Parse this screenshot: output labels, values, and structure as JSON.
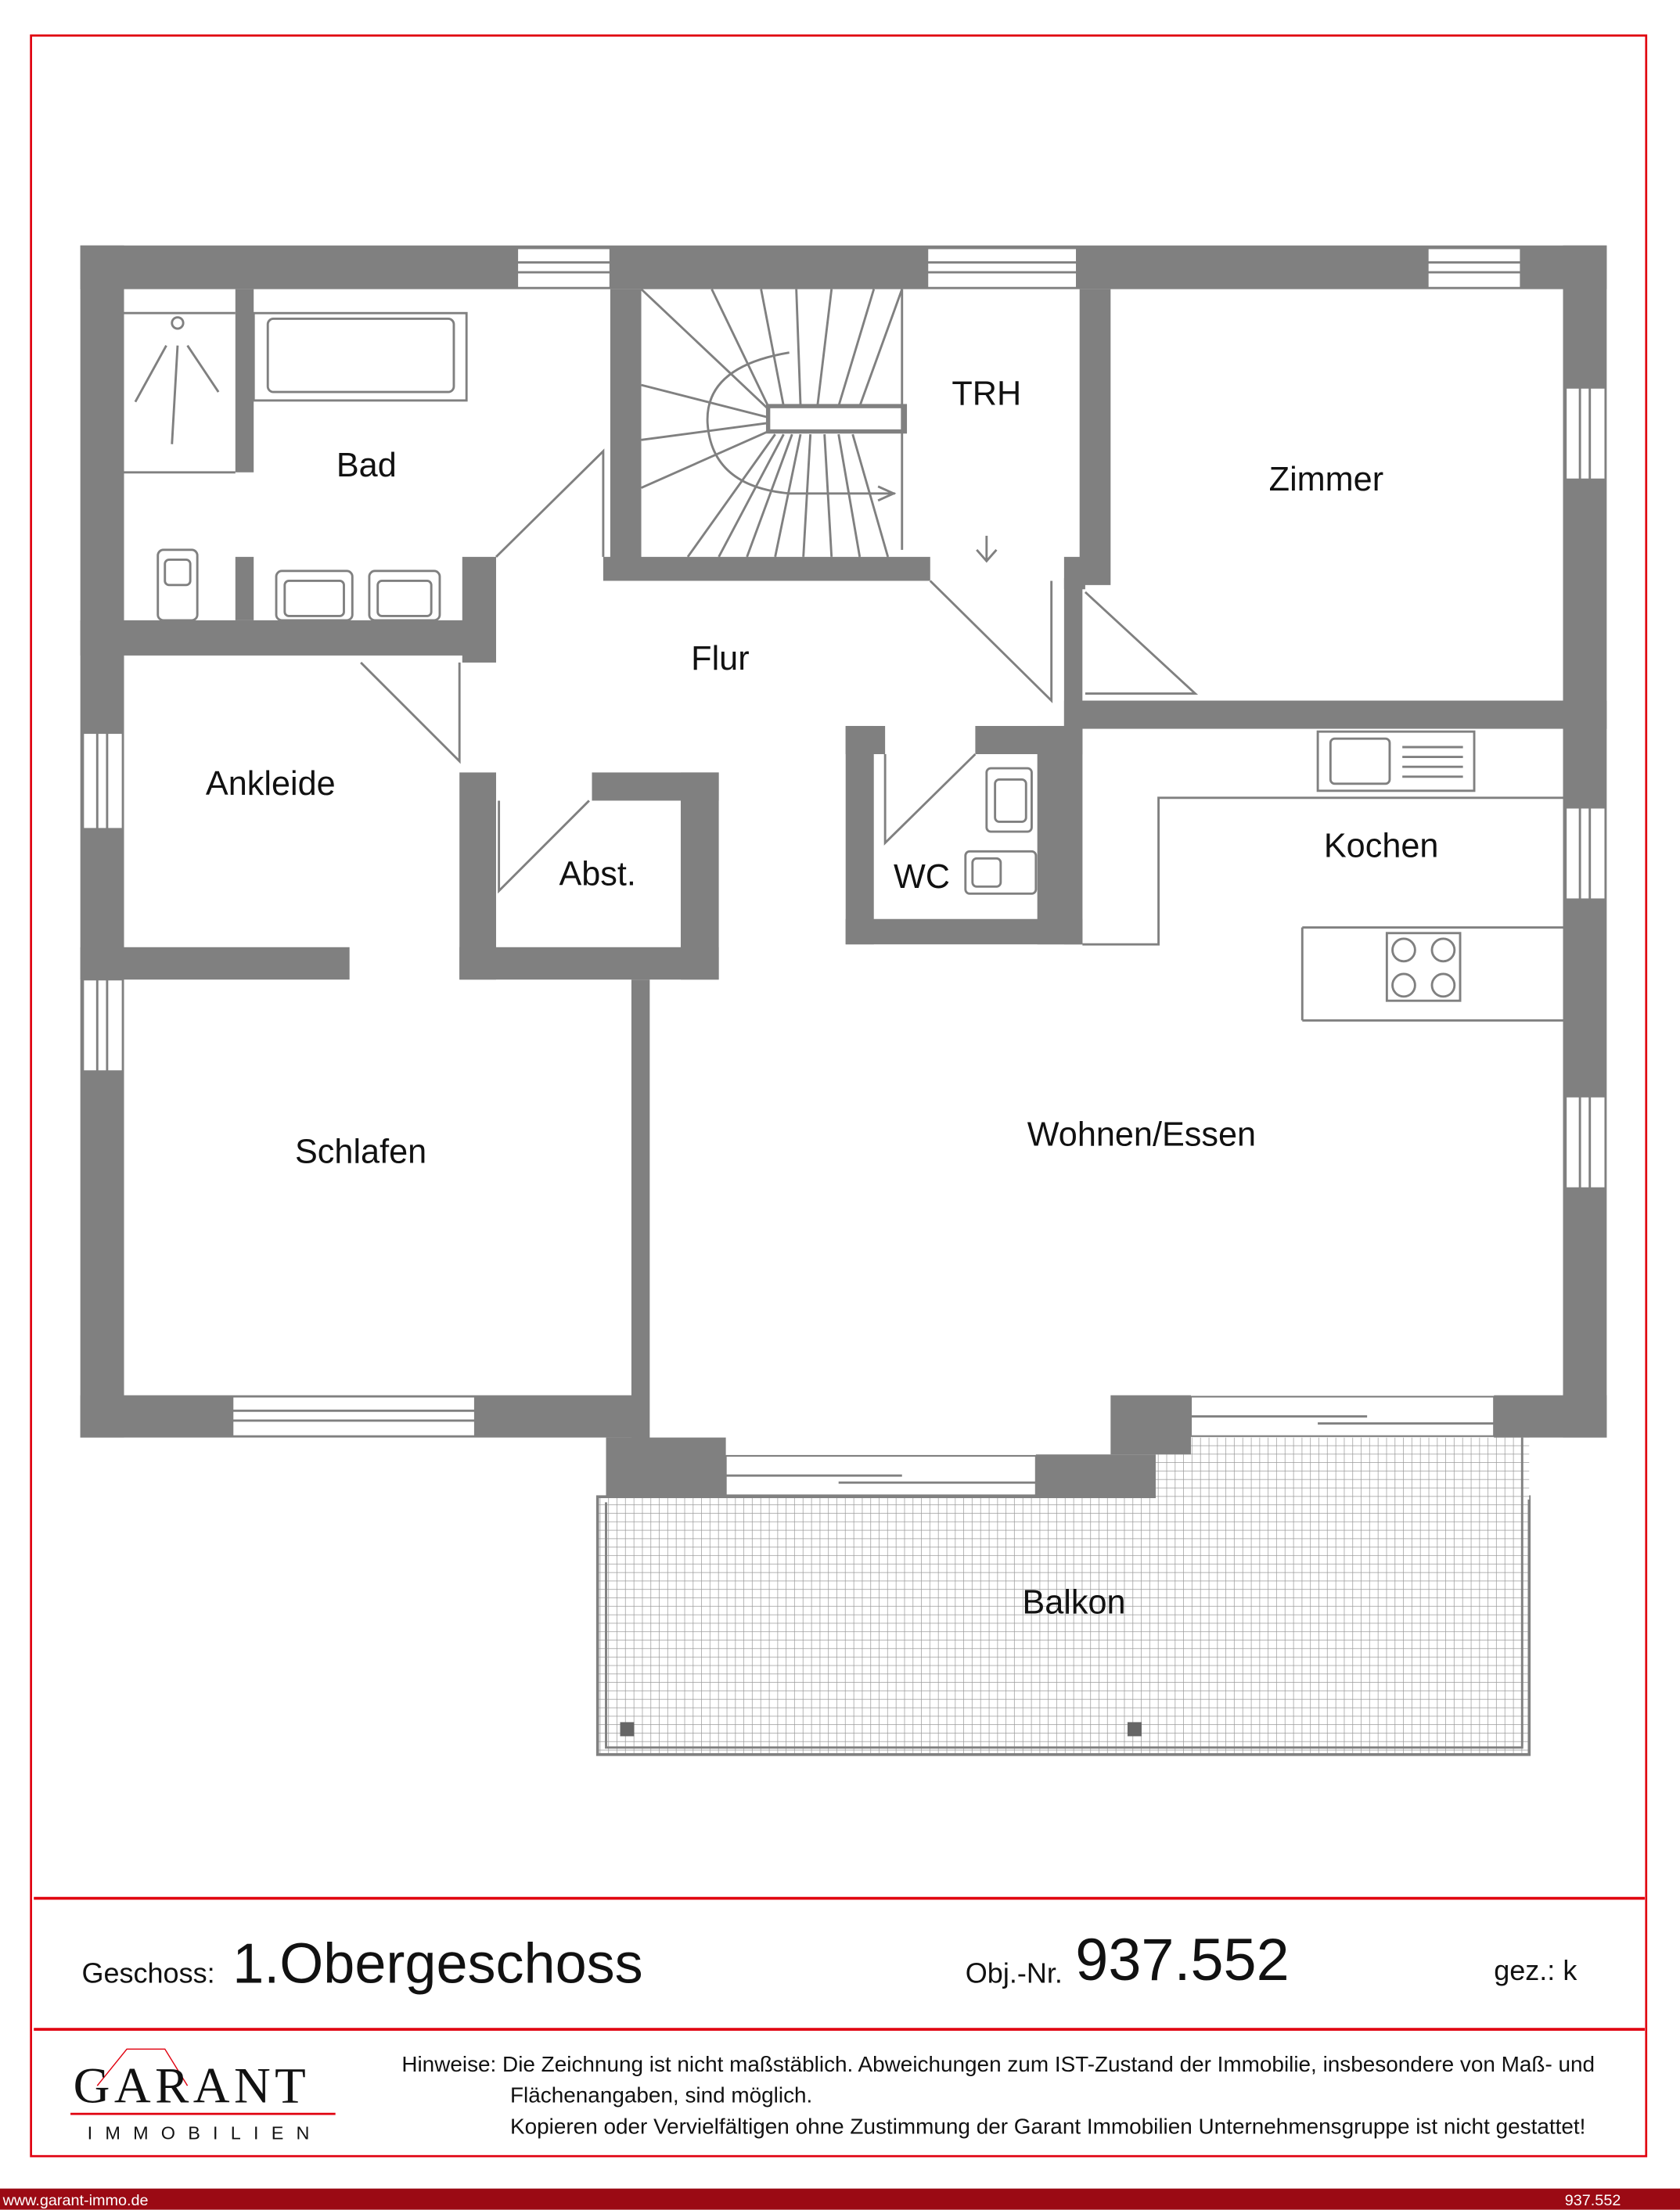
{
  "rooms": {
    "bad": "Bad",
    "trh": "TRH",
    "zimmer": "Zimmer",
    "flur": "Flur",
    "ankleide": "Ankleide",
    "abst": "Abst.",
    "wc": "WC",
    "kochen": "Kochen",
    "schlafen": "Schlafen",
    "wohnen": "Wohnen/Essen",
    "balkon": "Balkon"
  },
  "titleblock": {
    "floor_label": "Geschoss:",
    "floor_value": "1.Obergeschoss",
    "obj_label": "Obj.-Nr.",
    "obj_value": "937.552",
    "drawn_label": "gez.: k"
  },
  "logo": {
    "name": "GARANT",
    "sub": "IMMOBILIEN"
  },
  "notes": {
    "line1": "Hinweise: Die Zeichnung ist nicht maßstäblich. Abweichungen zum IST-Zustand der Immobilie, insbesondere von Maß- und",
    "line2": "Flächenangaben, sind möglich.",
    "line3": "Kopieren oder Vervielfältigen ohne Zustimmung der Garant Immobilien Unternehmensgruppe ist nicht gestattet!"
  },
  "footer": {
    "url": "www.garant-immo.de",
    "ref": "937.552"
  },
  "colors": {
    "wall": "#808080",
    "frame": "#e0000f",
    "footer": "#9b0a14"
  }
}
